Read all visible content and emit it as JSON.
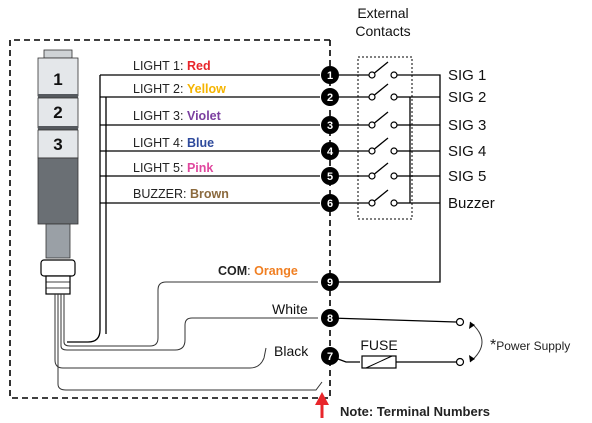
{
  "external_contacts": {
    "line1": "External",
    "line2": "Contacts"
  },
  "tower": {
    "tiers": [
      "1",
      "2",
      "3"
    ]
  },
  "wires": [
    {
      "prefix": "LIGHT 1: ",
      "color_name": "Red",
      "color": "#e8262b",
      "terminal": "1",
      "signal": "SIG 1"
    },
    {
      "prefix": "LIGHT 2: ",
      "color_name": "Yellow",
      "color": "#f5b400",
      "terminal": "2",
      "signal": "SIG 2"
    },
    {
      "prefix": "LIGHT 3: ",
      "color_name": "Violet",
      "color": "#7b3fa0",
      "terminal": "3",
      "signal": "SIG 3"
    },
    {
      "prefix": "LIGHT 4: ",
      "color_name": "Blue",
      "color": "#2e4a9c",
      "terminal": "4",
      "signal": "SIG 4"
    },
    {
      "prefix": "LIGHT 5: ",
      "color_name": "Pink",
      "color": "#e0479e",
      "terminal": "5",
      "signal": "SIG 5"
    },
    {
      "prefix": "BUZZER: ",
      "color_name": "Brown",
      "color": "#8b6a3e",
      "terminal": "6",
      "signal": "Buzzer"
    }
  ],
  "common": {
    "prefix": "COM",
    "separator": ": ",
    "color_name": "Orange",
    "color": "#f07f22",
    "terminal": "9"
  },
  "power": {
    "white_label": "White",
    "white_terminal": "8",
    "black_label": "Black",
    "black_terminal": "7",
    "fuse_label": "FUSE",
    "asterisk": "*",
    "supply_label": "Power Supply"
  },
  "note": "Note: Terminal Numbers",
  "colors": {
    "arrow": "#e8262b",
    "wire": "#000000"
  }
}
